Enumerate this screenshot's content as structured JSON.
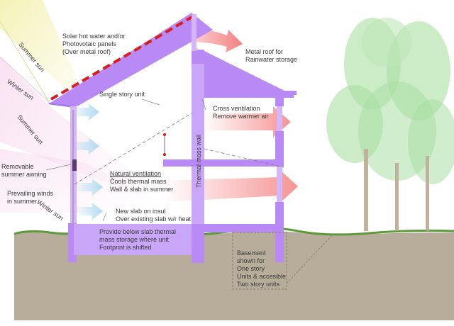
{
  "labels": {
    "solar_panels": [
      "Solar hot water and/or",
      "Photovotaic panels",
      "(Over metal roof)"
    ],
    "metal_roof": [
      "Metal roof for",
      "Rainwater storage"
    ],
    "single_story": "Single story unit",
    "cross_ventilation": [
      "Cross ventilation",
      "Remove warmer air"
    ],
    "thermal_mass_wall": "Thermal mass wall",
    "natural_ventilation_title": "Natural ventilation",
    "natural_ventilation_body": [
      "Cools thermal mass",
      "Wall & slab in summer"
    ],
    "removable_awning": [
      "Removable",
      "summer awning"
    ],
    "prevailing_winds": [
      "Prevailing winds",
      "in summer"
    ],
    "new_slab": [
      "New slab on insul",
      "Over existing slab w/r heat"
    ],
    "below_slab": [
      "Provide below slab thermal",
      "mass storage where unit",
      "Footprint is shifted"
    ],
    "basement": [
      "Basement",
      "shown for",
      "One story",
      "Units & accesible",
      "Two story units"
    ],
    "summer_sun_1": "Summer sun",
    "winter_sun_1": "Winter sun",
    "summer_sun_2": "Summer sun",
    "winter_sun_2": "Winter sun"
  },
  "colors": {
    "structure": "#b98af6",
    "structure_light": "#d4b6f9",
    "ground": "#b8ac9a",
    "grass": "#5c9a3a",
    "solar_panel": "#d62020",
    "arrow_pink": "#f26a6a",
    "arrow_blue": "#a9d8ee",
    "sun_yellow": "#f4f2b0",
    "sun_pink": "#f6d8ec",
    "tree": "#8fd08a",
    "text": "#3a3a3a"
  }
}
